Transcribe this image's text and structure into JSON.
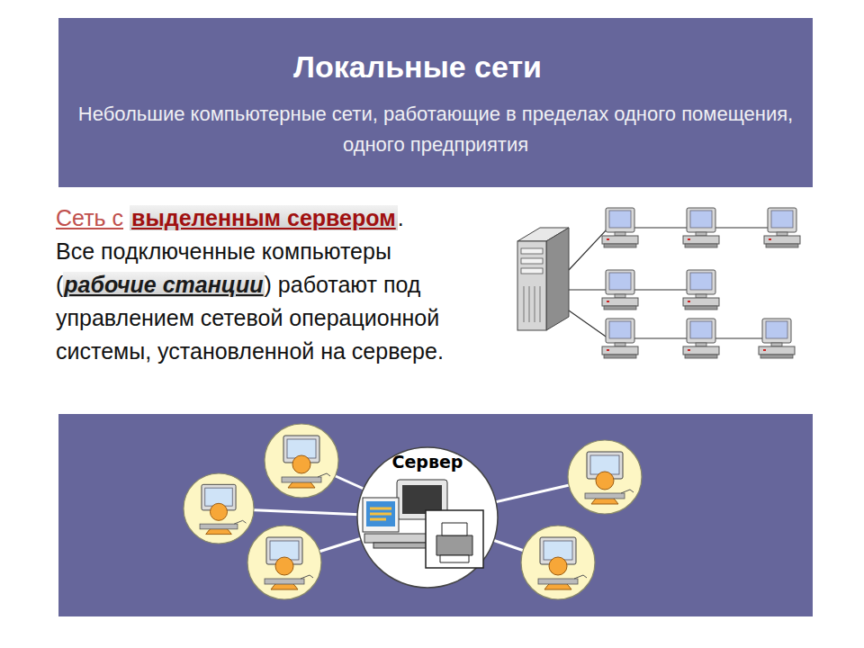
{
  "diagram": {
    "nodes": [
      {
        "text": [
          "Локальные сети",
          "Небольшие компьютерные сети, работающие в пределах одного помещения, одного предприятия"
        ]
      },
      {
        "text": [
          "Сервер"
        ]
      }
    ],
    "labels": [
      "Сеть с",
      "выделенным сервером",
      ".",
      "Все подключенные компьютеры",
      "(",
      "рабочие станции",
      ") работают под управлением сетевой операционной системы, установленной на сервере."
    ]
  }
}
